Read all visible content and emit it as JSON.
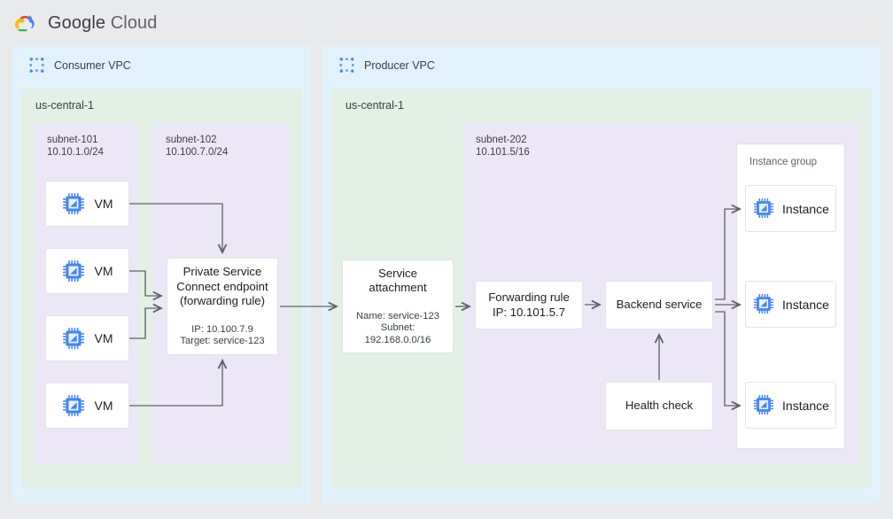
{
  "header": {
    "brand_google": "Google",
    "brand_cloud": " Cloud",
    "logo_icon": "google-cloud-logo"
  },
  "consumer_vpc": {
    "title": "Consumer VPC",
    "icon": "vpc-icon",
    "region": "us-central-1",
    "subnet_101": {
      "label": "subnet-101\n10.10.1.0/24",
      "name": "subnet-101",
      "cidr": "10.10.1.0/24",
      "vms": [
        {
          "label": "VM",
          "icon": "cpu-chip-icon"
        },
        {
          "label": "VM",
          "icon": "cpu-chip-icon"
        },
        {
          "label": "VM",
          "icon": "cpu-chip-icon"
        },
        {
          "label": "VM",
          "icon": "cpu-chip-icon"
        }
      ]
    },
    "subnet_102": {
      "label": "subnet-102\n10.100.7.0/24",
      "name": "subnet-102",
      "cidr": "10.100.7.0/24",
      "psc_endpoint": {
        "title": "Private Service\nConnect endpoint\n(forwarding rule)",
        "meta": "IP: 10.100.7.9\nTarget: service-123"
      }
    }
  },
  "producer_vpc": {
    "title": "Producer VPC",
    "icon": "vpc-icon",
    "region": "us-central-1",
    "service_attachment": {
      "title": "Service attachment",
      "meta": "Name: service-123\nSubnet:\n192.168.0.0/16"
    },
    "subnet_202": {
      "label": "subnet-202\n10.101.5/16",
      "name": "subnet-202",
      "cidr": "10.101.5/16",
      "forwarding_rule": {
        "title": "Forwarding rule\nIP: 10.101.5.7"
      },
      "backend_service": {
        "title": "Backend service"
      },
      "health_check": {
        "title": "Health check"
      },
      "instance_group": {
        "label": "Instance group",
        "instances": [
          {
            "label": "Instance",
            "icon": "cpu-chip-icon"
          },
          {
            "label": "Instance",
            "icon": "cpu-chip-icon"
          },
          {
            "label": "Instance",
            "icon": "cpu-chip-icon"
          }
        ]
      }
    }
  },
  "colors": {
    "page_background": "#e8eaec",
    "vpc_fill": "#e1f2fd",
    "region_fill": "#e2f0e5",
    "subnet_fill": "#ece7f6",
    "card_fill": "#ffffff",
    "connector": "#5f6368",
    "icon_blue": "#4285f4",
    "text_primary": "#202124",
    "text_secondary": "#5f6368"
  }
}
